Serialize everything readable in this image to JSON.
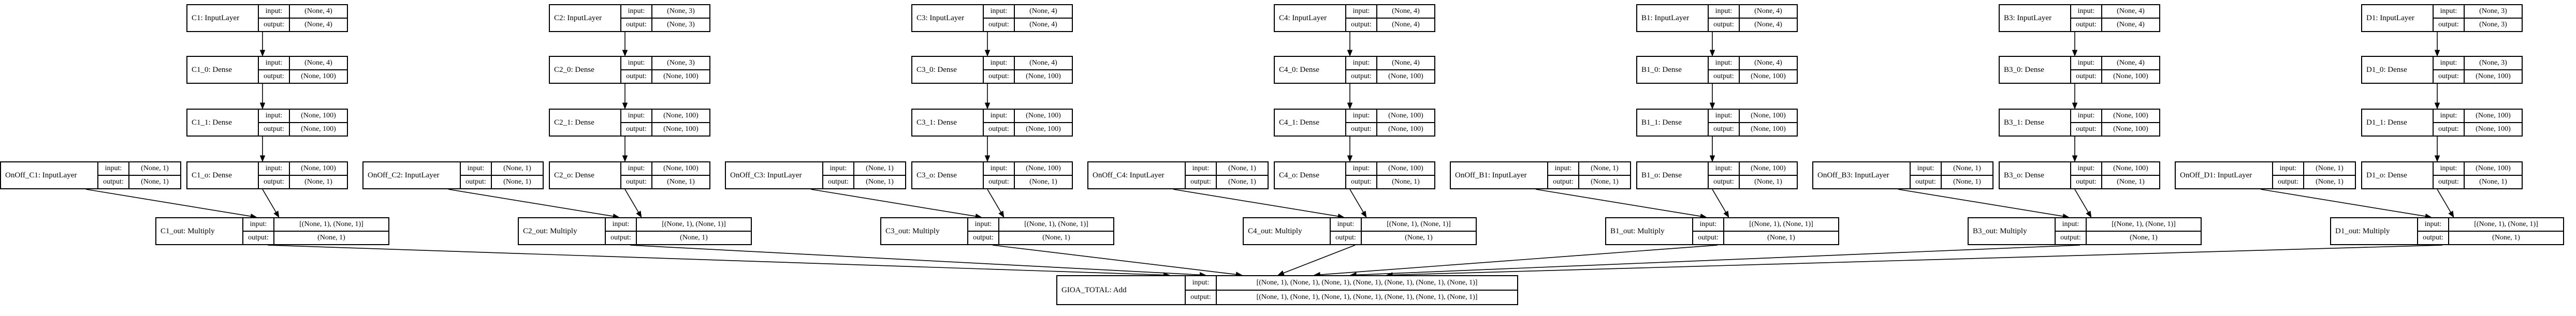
{
  "io_labels": {
    "input": "input:",
    "output": "output:"
  },
  "branches": [
    {
      "key": "C1",
      "layers": [
        {
          "name": "C1: InputLayer",
          "input": "(None, 4)",
          "output": "(None, 4)"
        },
        {
          "name": "C1_0: Dense",
          "input": "(None, 4)",
          "output": "(None, 100)"
        },
        {
          "name": "C1_1: Dense",
          "input": "(None, 100)",
          "output": "(None, 100)"
        },
        {
          "name": "C1_o: Dense",
          "input": "(None, 100)",
          "output": "(None, 1)"
        }
      ],
      "onoff": {
        "name": "OnOff_C1: InputLayer",
        "input": "(None, 1)",
        "output": "(None, 1)"
      },
      "out": {
        "name": "C1_out: Multiply",
        "input": "[(None, 1), (None, 1)]",
        "output": "(None, 1)"
      }
    },
    {
      "key": "C2",
      "layers": [
        {
          "name": "C2: InputLayer",
          "input": "(None, 3)",
          "output": "(None, 3)"
        },
        {
          "name": "C2_0: Dense",
          "input": "(None, 3)",
          "output": "(None, 100)"
        },
        {
          "name": "C2_1: Dense",
          "input": "(None, 100)",
          "output": "(None, 100)"
        },
        {
          "name": "C2_o: Dense",
          "input": "(None, 100)",
          "output": "(None, 1)"
        }
      ],
      "onoff": {
        "name": "OnOff_C2: InputLayer",
        "input": "(None, 1)",
        "output": "(None, 1)"
      },
      "out": {
        "name": "C2_out: Multiply",
        "input": "[(None, 1), (None, 1)]",
        "output": "(None, 1)"
      }
    },
    {
      "key": "C3",
      "layers": [
        {
          "name": "C3: InputLayer",
          "input": "(None, 4)",
          "output": "(None, 4)"
        },
        {
          "name": "C3_0: Dense",
          "input": "(None, 4)",
          "output": "(None, 100)"
        },
        {
          "name": "C3_1: Dense",
          "input": "(None, 100)",
          "output": "(None, 100)"
        },
        {
          "name": "C3_o: Dense",
          "input": "(None, 100)",
          "output": "(None, 1)"
        }
      ],
      "onoff": {
        "name": "OnOff_C3: InputLayer",
        "input": "(None, 1)",
        "output": "(None, 1)"
      },
      "out": {
        "name": "C3_out: Multiply",
        "input": "[(None, 1), (None, 1)]",
        "output": "(None, 1)"
      }
    },
    {
      "key": "C4",
      "layers": [
        {
          "name": "C4: InputLayer",
          "input": "(None, 4)",
          "output": "(None, 4)"
        },
        {
          "name": "C4_0: Dense",
          "input": "(None, 4)",
          "output": "(None, 100)"
        },
        {
          "name": "C4_1: Dense",
          "input": "(None, 100)",
          "output": "(None, 100)"
        },
        {
          "name": "C4_o: Dense",
          "input": "(None, 100)",
          "output": "(None, 1)"
        }
      ],
      "onoff": {
        "name": "OnOff_C4: InputLayer",
        "input": "(None, 1)",
        "output": "(None, 1)"
      },
      "out": {
        "name": "C4_out: Multiply",
        "input": "[(None, 1), (None, 1)]",
        "output": "(None, 1)"
      }
    },
    {
      "key": "B1",
      "layers": [
        {
          "name": "B1: InputLayer",
          "input": "(None, 4)",
          "output": "(None, 4)"
        },
        {
          "name": "B1_0: Dense",
          "input": "(None, 4)",
          "output": "(None, 100)"
        },
        {
          "name": "B1_1: Dense",
          "input": "(None, 100)",
          "output": "(None, 100)"
        },
        {
          "name": "B1_o: Dense",
          "input": "(None, 100)",
          "output": "(None, 1)"
        }
      ],
      "onoff": {
        "name": "OnOff_B1: InputLayer",
        "input": "(None, 1)",
        "output": "(None, 1)"
      },
      "out": {
        "name": "B1_out: Multiply",
        "input": "[(None, 1), (None, 1)]",
        "output": "(None, 1)"
      }
    },
    {
      "key": "B3",
      "layers": [
        {
          "name": "B3: InputLayer",
          "input": "(None, 4)",
          "output": "(None, 4)"
        },
        {
          "name": "B3_0: Dense",
          "input": "(None, 4)",
          "output": "(None, 100)"
        },
        {
          "name": "B3_1: Dense",
          "input": "(None, 100)",
          "output": "(None, 100)"
        },
        {
          "name": "B3_o: Dense",
          "input": "(None, 100)",
          "output": "(None, 1)"
        }
      ],
      "onoff": {
        "name": "OnOff_B3: InputLayer",
        "input": "(None, 1)",
        "output": "(None, 1)"
      },
      "out": {
        "name": "B3_out: Multiply",
        "input": "[(None, 1), (None, 1)]",
        "output": "(None, 1)"
      }
    },
    {
      "key": "D1",
      "layers": [
        {
          "name": "D1: InputLayer",
          "input": "(None, 3)",
          "output": "(None, 3)"
        },
        {
          "name": "D1_0: Dense",
          "input": "(None, 3)",
          "output": "(None, 100)"
        },
        {
          "name": "D1_1: Dense",
          "input": "(None, 100)",
          "output": "(None, 100)"
        },
        {
          "name": "D1_o: Dense",
          "input": "(None, 100)",
          "output": "(None, 1)"
        }
      ],
      "onoff": {
        "name": "OnOff_D1: InputLayer",
        "input": "(None, 1)",
        "output": "(None, 1)"
      },
      "out": {
        "name": "D1_out: Multiply",
        "input": "[(None, 1), (None, 1)]",
        "output": "(None, 1)"
      }
    }
  ],
  "total": {
    "name": "GIOA_TOTAL: Add",
    "input": "[(None, 1), (None, 1), (None, 1), (None, 1), (None, 1), (None, 1), (None, 1)]",
    "output": "[(None, 1), (None, 1), (None, 1), (None, 1), (None, 1), (None, 1), (None, 1)]"
  }
}
